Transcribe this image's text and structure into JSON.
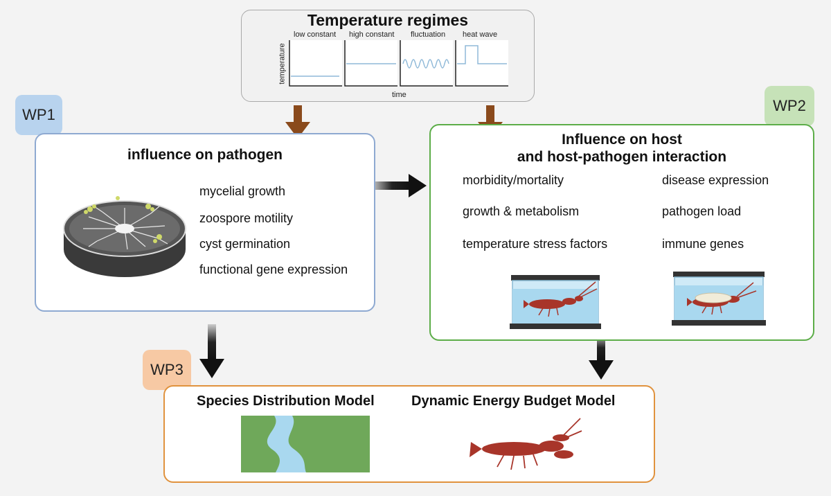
{
  "temperature_regimes": {
    "title": "Temperature regimes",
    "panels": [
      "low constant",
      "high constant",
      "fluctuation",
      "heat wave"
    ],
    "y_label": "temperature",
    "x_label": "time"
  },
  "wp1": {
    "tag": "WP1",
    "title": "influence on pathogen",
    "items": [
      "mycelial growth",
      "zoospore motility",
      "cyst germination",
      "functional gene expression"
    ]
  },
  "wp2": {
    "tag": "WP2",
    "title_line1": "Influence on host",
    "title_line2": "and host-pathogen interaction",
    "items_left": [
      "morbidity/mortality",
      "growth & metabolism",
      "temperature stress factors"
    ],
    "items_right": [
      "disease expression",
      "pathogen load",
      "immune genes"
    ]
  },
  "wp3": {
    "tag": "WP3",
    "model_left": "Species Distribution Model",
    "model_right": "Dynamic Energy Budget Model"
  },
  "colors": {
    "wp1": "#8ea9d1",
    "wp1_tag": "#b8d3ee",
    "wp2": "#5cad48",
    "wp2_tag": "#c6e2b8",
    "wp3": "#e0923d",
    "wp3_tag": "#f7c9a4",
    "arrow_brown": "#8a4a1c",
    "arrow_dark": "#1a1a1a",
    "crayfish": "#a8352a"
  }
}
